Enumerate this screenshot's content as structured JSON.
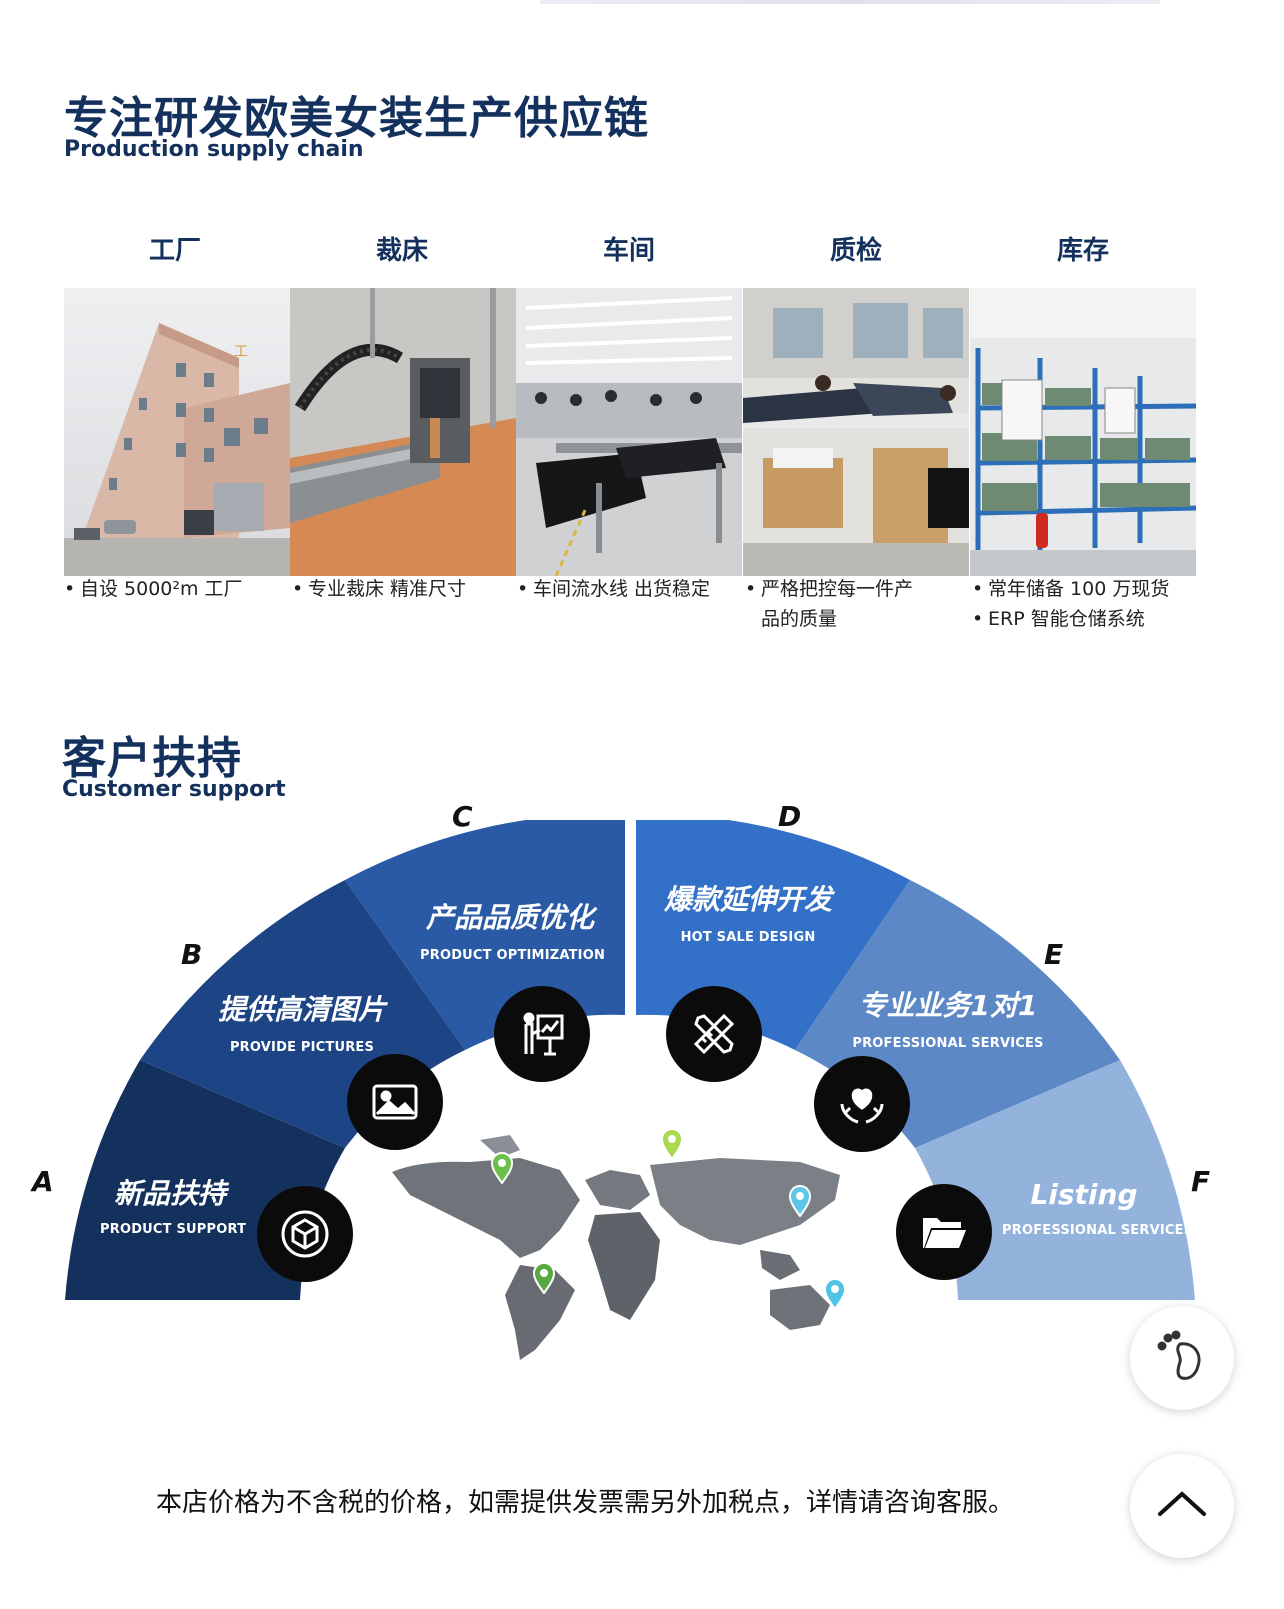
{
  "supply": {
    "title": "专注研发欧美女装生产供应链",
    "subtitle": "Production supply chain",
    "columns": [
      {
        "title": "工厂",
        "photo": "factory-building-photo",
        "lines": [
          "自设 5000²m 工厂"
        ]
      },
      {
        "title": "裁床",
        "photo": "cutting-machine-photo",
        "lines": [
          "专业裁床  精准尺寸"
        ]
      },
      {
        "title": "车间",
        "photo": "sewing-workshop-photo",
        "lines": [
          "车间流水线  出货稳定"
        ]
      },
      {
        "title": "质检",
        "photo": "quality-inspection-photo",
        "lines": [
          "严格把控每一件产",
          "品的质量"
        ]
      },
      {
        "title": "库存",
        "photo": "warehouse-shelves-photo",
        "lines": [
          "常年储备 100 万现货",
          "ERP 智能仓储系统"
        ]
      }
    ]
  },
  "support": {
    "title": "客户扶持",
    "subtitle": "Customer support",
    "segments": [
      {
        "letter": "A",
        "title": "新品扶持",
        "sub": "PRODUCT SUPPORT",
        "icon": "cube-icon",
        "color": "#13315c"
      },
      {
        "letter": "B",
        "title": "提供高清图片",
        "sub": "PROVIDE PICTURES",
        "icon": "image-icon",
        "color": "#1d4585"
      },
      {
        "letter": "C",
        "title": "产品品质优化",
        "sub": "PRODUCT OPTIMIZATION",
        "icon": "presentation-icon",
        "color": "#2a5aa6"
      },
      {
        "letter": "D",
        "title": "爆款延伸开发",
        "sub": "HOT SALE DESIGN",
        "icon": "pencil-ruler-icon",
        "color": "#3271c7"
      },
      {
        "letter": "E",
        "title": "专业业务1对1",
        "sub": "PROFESSIONAL SERVICES",
        "icon": "heart-hands-icon",
        "color": "#5c88c5"
      },
      {
        "letter": "F",
        "title": "Listing",
        "sub": "PROFESSIONAL SERVICES",
        "icon": "folder-icon",
        "color": "#93b3dd"
      }
    ],
    "map_icon": "world-map-icon"
  },
  "notice": "本店价格为不含税的价格，如需提供发票需另外加税点，详情请咨询客服。",
  "float_buttons": {
    "footprint_icon": "footprint-icon",
    "top_icon": "chevron-up-icon"
  }
}
